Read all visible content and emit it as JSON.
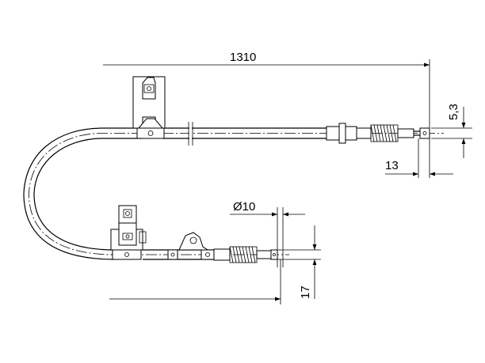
{
  "dimensions": {
    "length_total": "1310",
    "diameter": "Ø10",
    "end_13": "13",
    "end_5_3": "5,3",
    "end_17": "17"
  }
}
